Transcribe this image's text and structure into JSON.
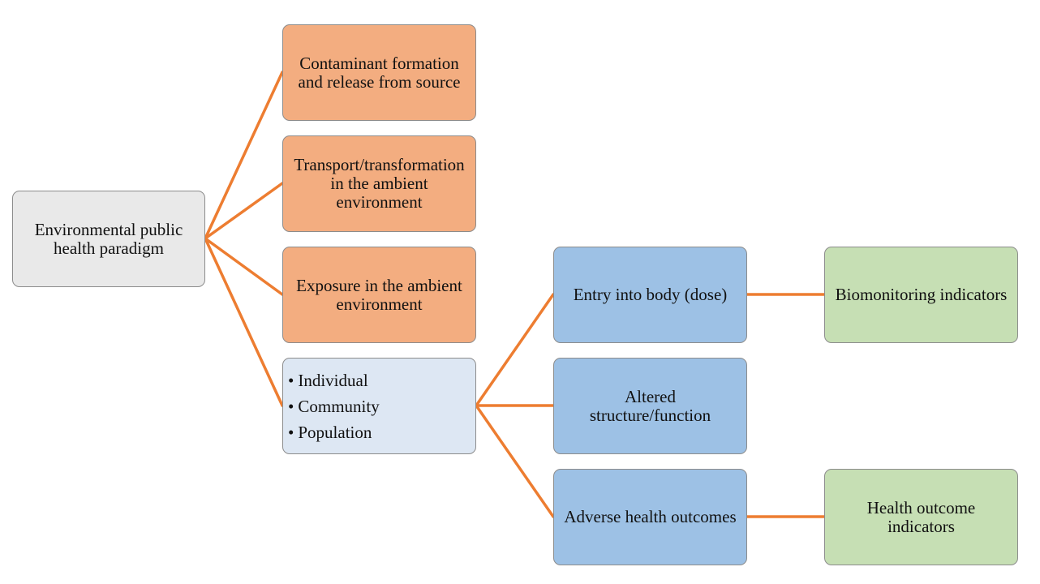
{
  "root": {
    "label": "Environmental public\nhealth paradigm"
  },
  "pathway": [
    {
      "label": "Contaminant formation\nand release from source"
    },
    {
      "label": "Transport/transformation\nin the ambient\nenvironment"
    },
    {
      "label": "Exposure in the ambient\nenvironment"
    }
  ],
  "receptors": {
    "items": [
      "Individual",
      "Community",
      "Population"
    ]
  },
  "effects": [
    {
      "label": "Entry into body (dose)"
    },
    {
      "label": "Altered\nstructure/function"
    },
    {
      "label": "Adverse health outcomes"
    }
  ],
  "indicators": [
    {
      "label": "Biomonitoring indicators"
    },
    {
      "label": "Health outcome\nindicators"
    }
  ],
  "colors": {
    "connector": "#ed7d31",
    "root_fill": "#e9e9e9",
    "pathway_fill": "#f3ad80",
    "receptor_fill": "#dde7f3",
    "effect_fill": "#9dc1e5",
    "indicator_fill": "#c6dfb4"
  }
}
